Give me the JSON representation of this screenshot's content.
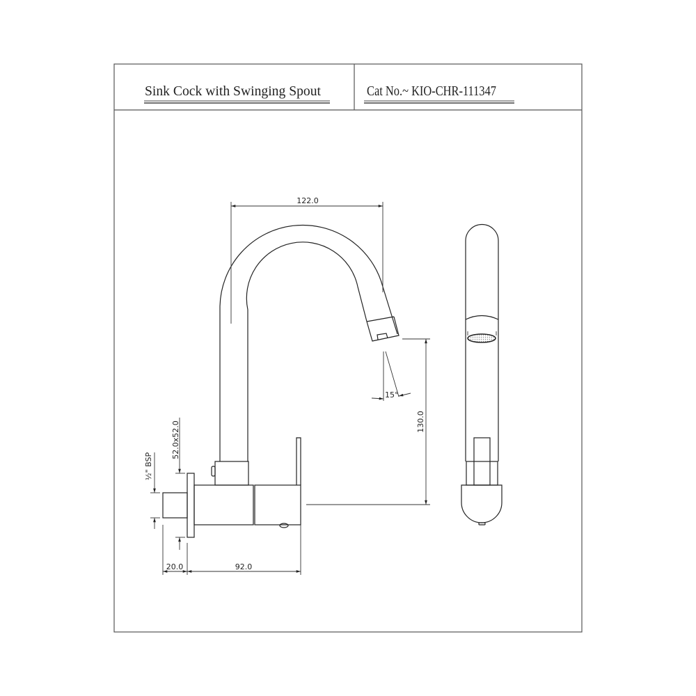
{
  "header": {
    "title": "Sink Cock with Swinging Spout",
    "catalog": "Cat No.~ KIO-CHR-111347"
  },
  "dimensions": {
    "spout_reach": "122.0",
    "spout_height": "130.0",
    "spout_angle": "15°",
    "flange_size": "52.0x52.0",
    "thread": "½\" BSP",
    "thread_length": "20.0",
    "body_length": "92.0"
  },
  "colors": {
    "line": "#222222",
    "frame": "#555555"
  }
}
